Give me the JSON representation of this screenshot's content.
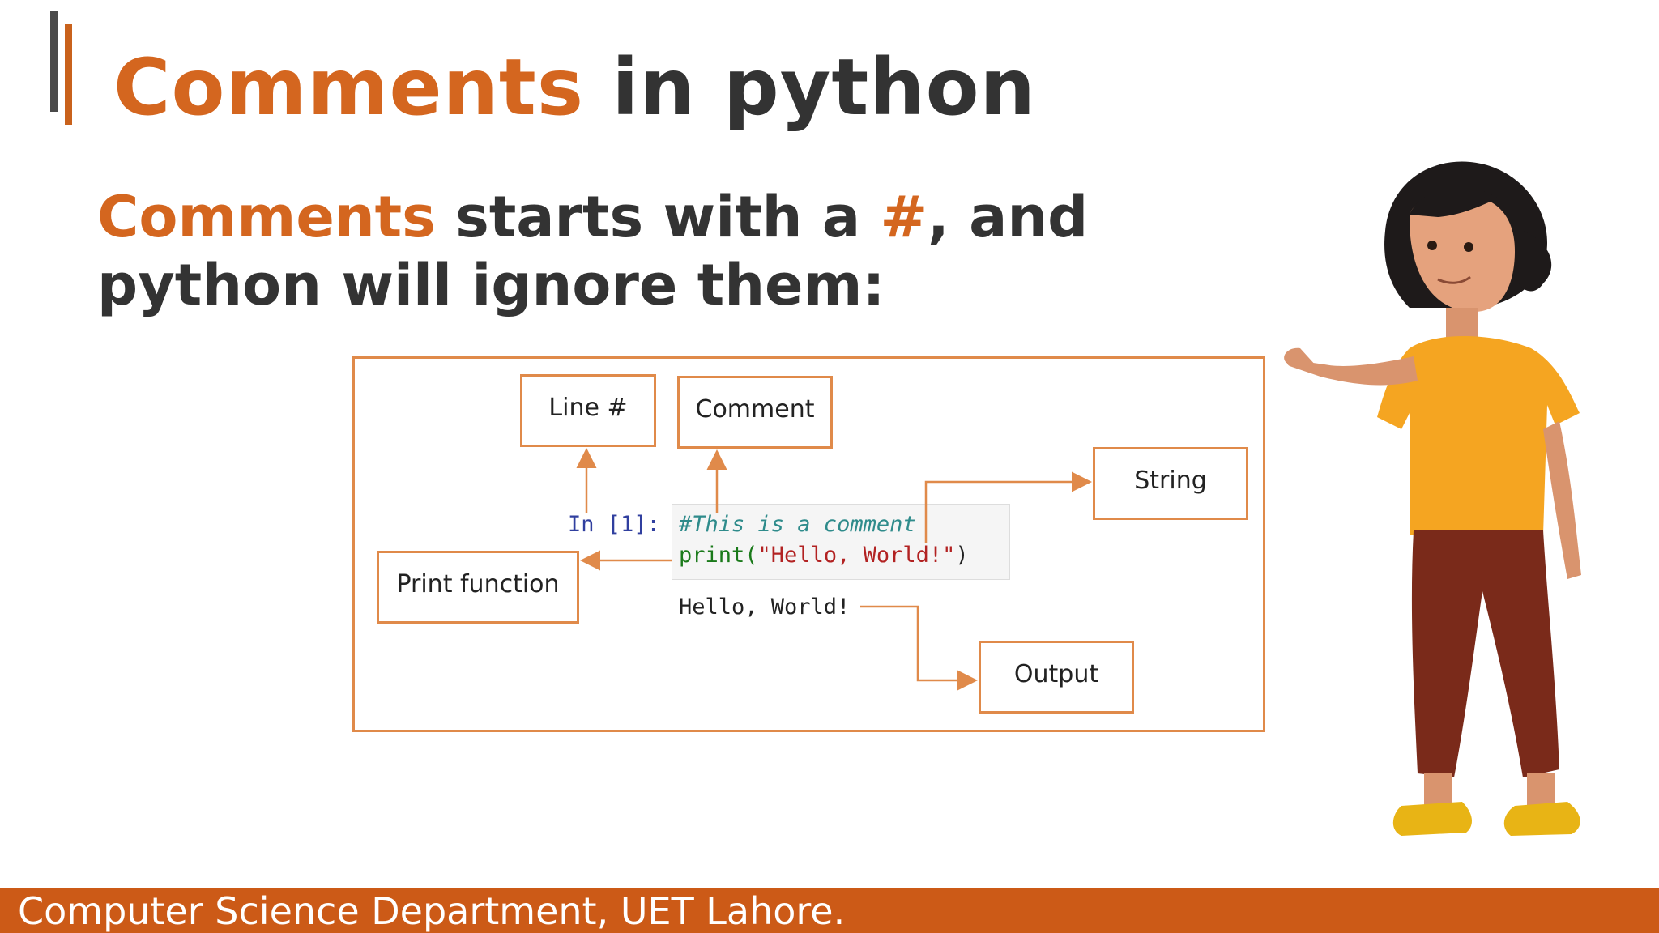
{
  "slide": {
    "title_highlight": "Comments",
    "title_rest": " in python",
    "intro": {
      "part1": "Comments",
      "part2": " starts with a ",
      "part3": "#",
      "part4": ", and python will ignore them:"
    }
  },
  "diagram": {
    "labels": {
      "line": "Line #",
      "comment": "Comment",
      "string": "String",
      "print_function": "Print function",
      "output": "Output"
    },
    "code": {
      "prompt": "In [1]:",
      "comment_line": "#This is a comment",
      "print_fn": "print(",
      "print_str": "\"Hello, World!\"",
      "print_close": ")",
      "output": "Hello, World!"
    }
  },
  "footer": {
    "text": "Computer Science Department, UET Lahore."
  },
  "colors": {
    "accent": "#d4661f",
    "footer_bg": "#cc5a17",
    "text": "#333333"
  }
}
